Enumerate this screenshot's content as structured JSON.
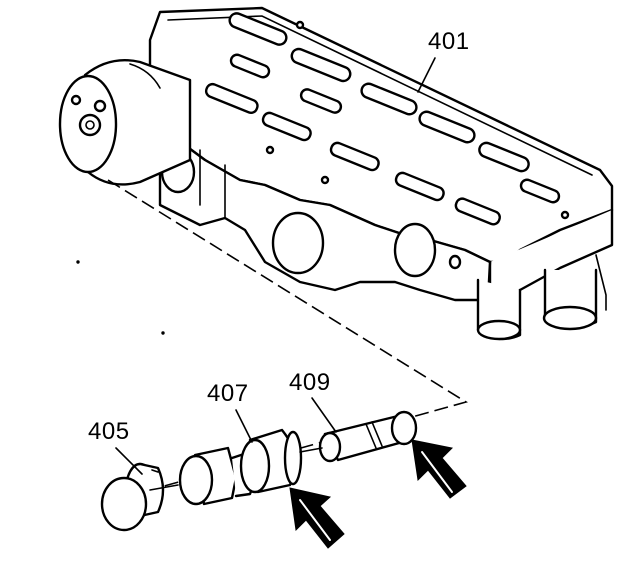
{
  "callouts": {
    "valve_body": "401",
    "end_plug": "405",
    "valve_407": "407",
    "valve_409": "409"
  },
  "colors": {
    "ink": "#000000",
    "paper": "#ffffff"
  },
  "icons": [
    "valve-body-illustration",
    "solenoid-body",
    "end-plug",
    "valve-spool-407",
    "valve-spool-409",
    "direction-arrow"
  ]
}
